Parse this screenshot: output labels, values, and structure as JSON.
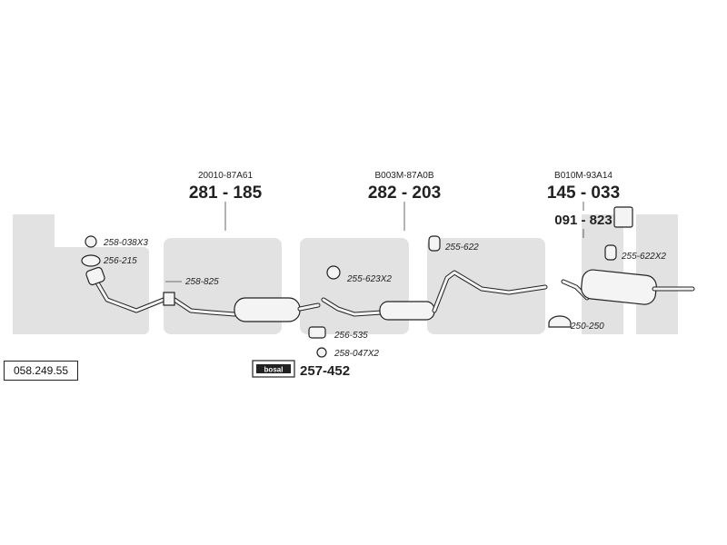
{
  "catalog_number": "058.249.55",
  "brand_badge": "bosal",
  "groups": [
    {
      "code": "20010-87A61",
      "part": "281 - 185"
    },
    {
      "code": "B003M-87A0B",
      "part": "282 - 203"
    },
    {
      "code": "B010M-93A14",
      "part": "145 - 033"
    }
  ],
  "extra_part": "091 - 823",
  "kit_part": "257-452",
  "callouts": [
    "258-038X3",
    "256-215",
    "258-825",
    "255-623X2",
    "256-535",
    "258-047X2",
    "255-622",
    "255-622X2",
    "250-250"
  ]
}
